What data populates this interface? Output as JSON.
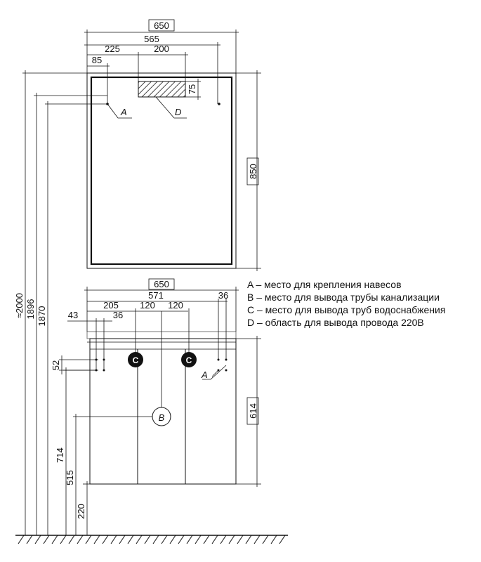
{
  "mirror": {
    "width": "650",
    "dim_565": "565",
    "dim_225": "225",
    "dim_200": "200",
    "dim_85": "85",
    "dim_75": "75",
    "height": "850",
    "label_a": "A",
    "label_d": "D"
  },
  "cabinet": {
    "width": "650",
    "dim_571": "571",
    "dim_205": "205",
    "dim_120_a": "120",
    "dim_120_b": "120",
    "dim_43": "43",
    "dim_36_left": "36",
    "dim_36_right": "36",
    "dim_52": "52",
    "height": "614",
    "label_a": "A",
    "label_b": "B",
    "label_c_left": "C",
    "label_c_right": "C"
  },
  "vertical_dims": {
    "total": "≈2000",
    "d1896": "1896",
    "d1870": "1870",
    "d714": "714",
    "d515": "515",
    "d220": "220"
  },
  "legend": {
    "a": "A – место для крепления навесов",
    "b": "B – место для вывода трубы канализации",
    "c": "C – место для вывода труб водоснабжения",
    "d": "D – область для вывода провода 220В"
  }
}
